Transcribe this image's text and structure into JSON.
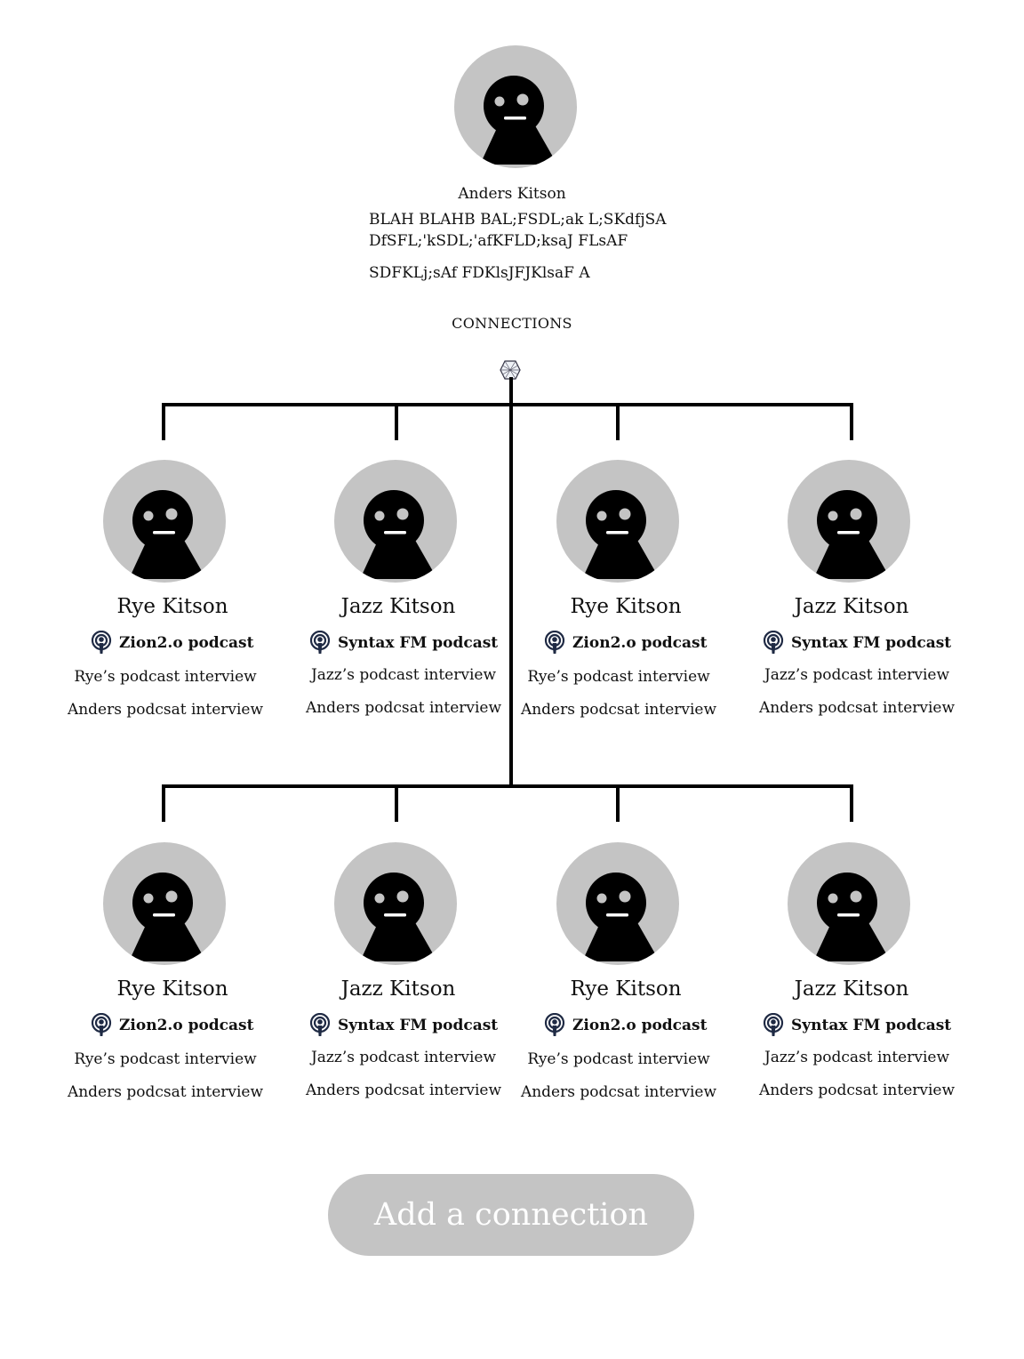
{
  "owner": {
    "name": "Anders Kitson",
    "bio_lines": [
      "BLAH BLAHB BAL;FSDL;ak L;SKdfjSA",
      "DfSFL;'kSDL;'afKFLD;ksaJ FLsAF",
      "SDFKLj;sAf FDKlsJFJKlsaF A"
    ]
  },
  "connections_title": "CONNECTIONS",
  "connections": [
    {
      "name": "Rye Kitson",
      "podcast": "Zion2.o podcast",
      "interview_1": "Rye’s podcast interview",
      "interview_2": "Anders podcsat interview"
    },
    {
      "name": "Jazz Kitson",
      "podcast": "Syntax FM podcast",
      "interview_1": "Jazz’s podcast interview",
      "interview_2": "Anders podcsat interview"
    },
    {
      "name": "Rye Kitson",
      "podcast": "Zion2.o podcast",
      "interview_1": "Rye’s podcast interview",
      "interview_2": "Anders podcsat interview"
    },
    {
      "name": "Jazz Kitson",
      "podcast": "Syntax FM podcast",
      "interview_1": "Jazz’s podcast interview",
      "interview_2": "Anders podcsat interview"
    },
    {
      "name": "Rye Kitson",
      "podcast": "Zion2.o podcast",
      "interview_1": "Rye’s podcast interview",
      "interview_2": "Anders podcsat interview"
    },
    {
      "name": "Jazz Kitson",
      "podcast": "Syntax FM podcast",
      "interview_1": "Jazz’s podcast interview",
      "interview_2": "Anders podcsat interview"
    },
    {
      "name": "Rye Kitson",
      "podcast": "Zion2.o podcast",
      "interview_1": "Rye’s podcast interview",
      "interview_2": "Anders podcsat interview"
    },
    {
      "name": "Jazz Kitson",
      "podcast": "Syntax FM podcast",
      "interview_1": "Jazz’s podcast interview",
      "interview_2": "Anders podcsat interview"
    }
  ],
  "add_button_label": "Add a connection",
  "icons": {
    "avatar": "person-avatar-icon",
    "podcast": "podcast-icon",
    "hub": "network-hub-icon"
  },
  "colors": {
    "avatar_bg": "#c4c4c4",
    "button_bg": "#c4c4c4",
    "button_text": "#ffffff",
    "podcast_icon": "#1f2a44"
  }
}
